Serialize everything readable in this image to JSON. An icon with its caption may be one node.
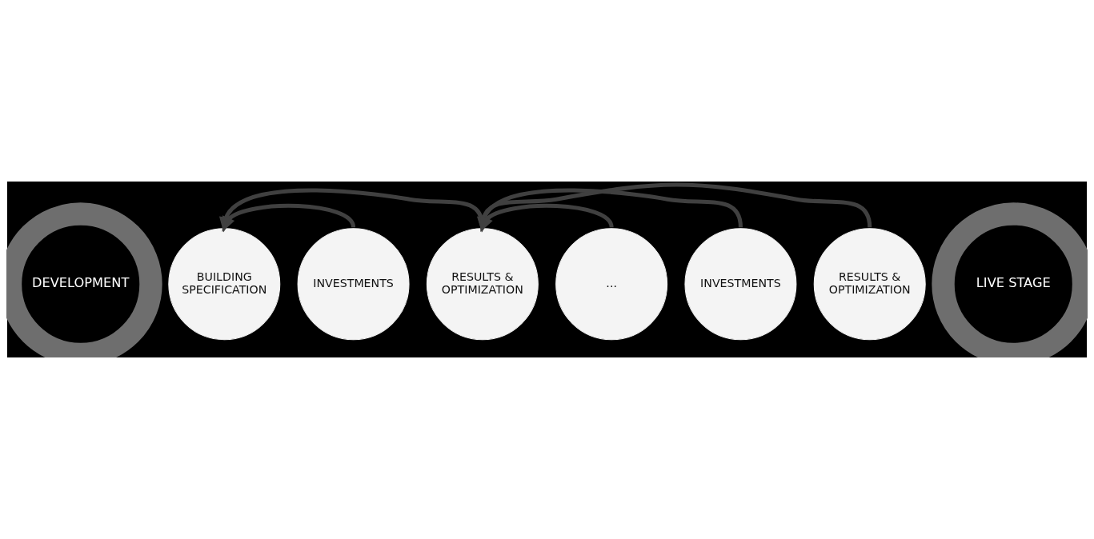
{
  "diagram": {
    "nodes": [
      {
        "text": [
          "DEVELOPMENT"
        ]
      },
      {
        "text": [
          "BUILDING SPECIFICATION"
        ]
      },
      {
        "text": [
          "RESULTS & OPTIMIZATION"
        ]
      },
      {
        "text": [
          "INVESTMENTS"
        ]
      },
      {
        "text": [
          "LIVE STAGE"
        ]
      },
      {
        "text": [
          "RESULTS & OPTIMIZATION"
        ]
      },
      {
        "text": [
          "INVESTMENTS"
        ]
      },
      {
        "text": [
          "..."
        ]
      }
    ],
    "edges": [
      {
        "from": 2,
        "to": 1,
        "arrow": "to"
      },
      {
        "from": 3,
        "to": 1,
        "arrow": "to"
      },
      {
        "from": 5,
        "to": 2,
        "arrow": "to"
      },
      {
        "from": 6,
        "to": 2,
        "arrow": "to"
      },
      {
        "from": 7,
        "to": 2,
        "arrow": "to"
      }
    ]
  }
}
